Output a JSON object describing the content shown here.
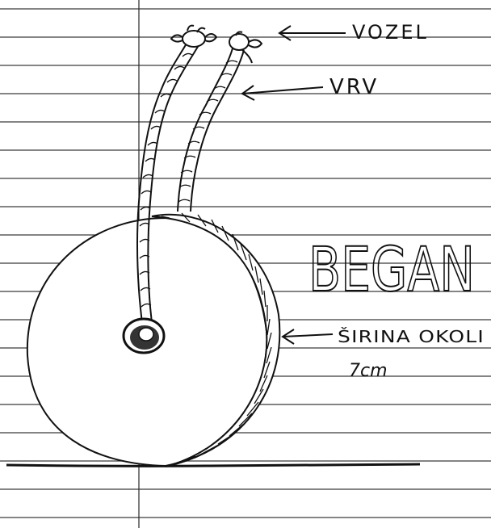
{
  "labels": {
    "knot": "VOZEL",
    "tip": "VRV",
    "title": "BEGAN",
    "width_label": "ŠIRINA OKOLI",
    "width_value": "7cm"
  },
  "colors": {
    "paper": "#ffffff",
    "ruled_line": "#3a3a3a",
    "ink": "#111111"
  }
}
